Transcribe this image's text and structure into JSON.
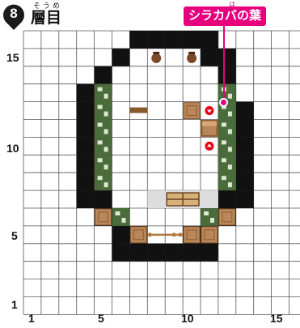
{
  "header": {
    "step_number": "8",
    "title": "層目",
    "title_ruby": "そうめ"
  },
  "callout": {
    "label": "シラカバの葉",
    "ruby": "は"
  },
  "axes": {
    "x_ticks": [
      "1",
      "5",
      "10",
      "15"
    ],
    "y_ticks": [
      "15",
      "10",
      "5",
      "1"
    ]
  },
  "colors": {
    "badge": "#1a1a1a",
    "callout": "#e6007e",
    "obsidian": "#111111",
    "grid_line": "#555555",
    "plank": "#b9875a",
    "leaf": "#4a6b3a",
    "glass": "#dddddd",
    "marker": "#e60012"
  }
}
